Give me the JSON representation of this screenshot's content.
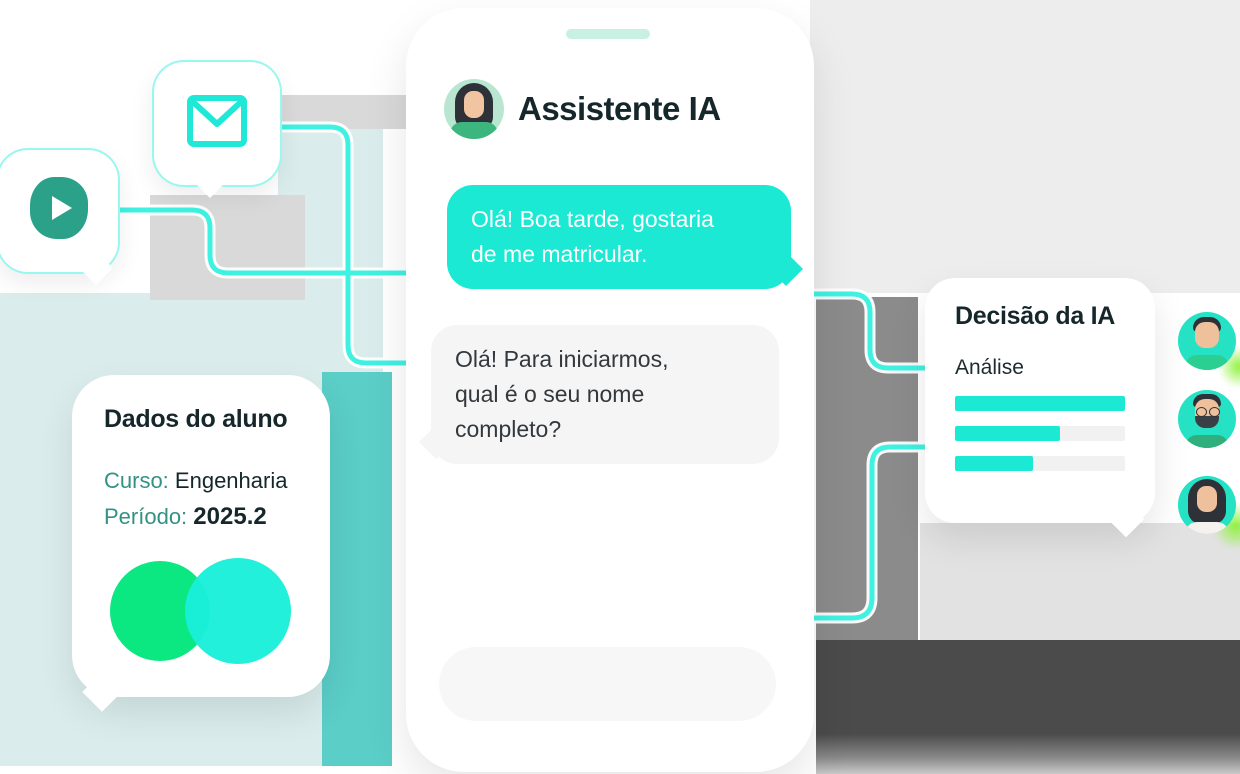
{
  "colors": {
    "cyan": "#1BE9D4",
    "connector": "#3FF1E1",
    "green_circle": "#0BE881",
    "cyan_circle": "#19EFDA",
    "play_teal": "#2AA188",
    "label_teal": "#349184",
    "dark_text": "#16272B",
    "bubble_text_dark": "#33383C",
    "light_teal_bg": "#DAEDEC",
    "teal_band": "#5BCEC8",
    "gray_band": "#8B8B8B",
    "gray_light_top": "#EDEDED",
    "gray_light_mid": "#E2E2E2",
    "gray_dark": "#4B4B4B",
    "gray_patch": "#D9D9D9",
    "bubble_gray": "#F5F5F5",
    "input_gray": "#F7F7F7",
    "mint_notch": "#C8F1E3",
    "avatar_header_bg": "#B9E6D1",
    "peer_avatar_bg": "#25E2C5",
    "lime_glow": "#8DF23B"
  },
  "icons": {
    "play_icon": "play-triangle",
    "mail_icon": "envelope-outline",
    "speaker_notch": "pill-notch",
    "assistant_avatar": "illustrated-woman",
    "peer_avatars": [
      "illustrated-young-man",
      "illustrated-bearded-man-glasses",
      "illustrated-long-haired-woman"
    ]
  },
  "phone": {
    "assistant_name": "Assistente IA",
    "messages": [
      {
        "from": "user",
        "lines": [
          "Olá! Boa tarde, gostaria",
          "de me matricular."
        ]
      },
      {
        "from": "assistant",
        "lines": [
          "Olá! Para iniciarmos,",
          "qual é o seu nome",
          "completo?"
        ]
      }
    ],
    "input_value": "",
    "input_placeholder": ""
  },
  "student_card": {
    "title": "Dados do aluno",
    "fields": [
      {
        "label": "Curso:",
        "value": "Engenharia"
      },
      {
        "label": "Período:",
        "value": "2025.2"
      }
    ]
  },
  "decision_card": {
    "title": "Decisão da IA",
    "subtitle": "Análise",
    "bars_percent": [
      100,
      62,
      46
    ]
  }
}
